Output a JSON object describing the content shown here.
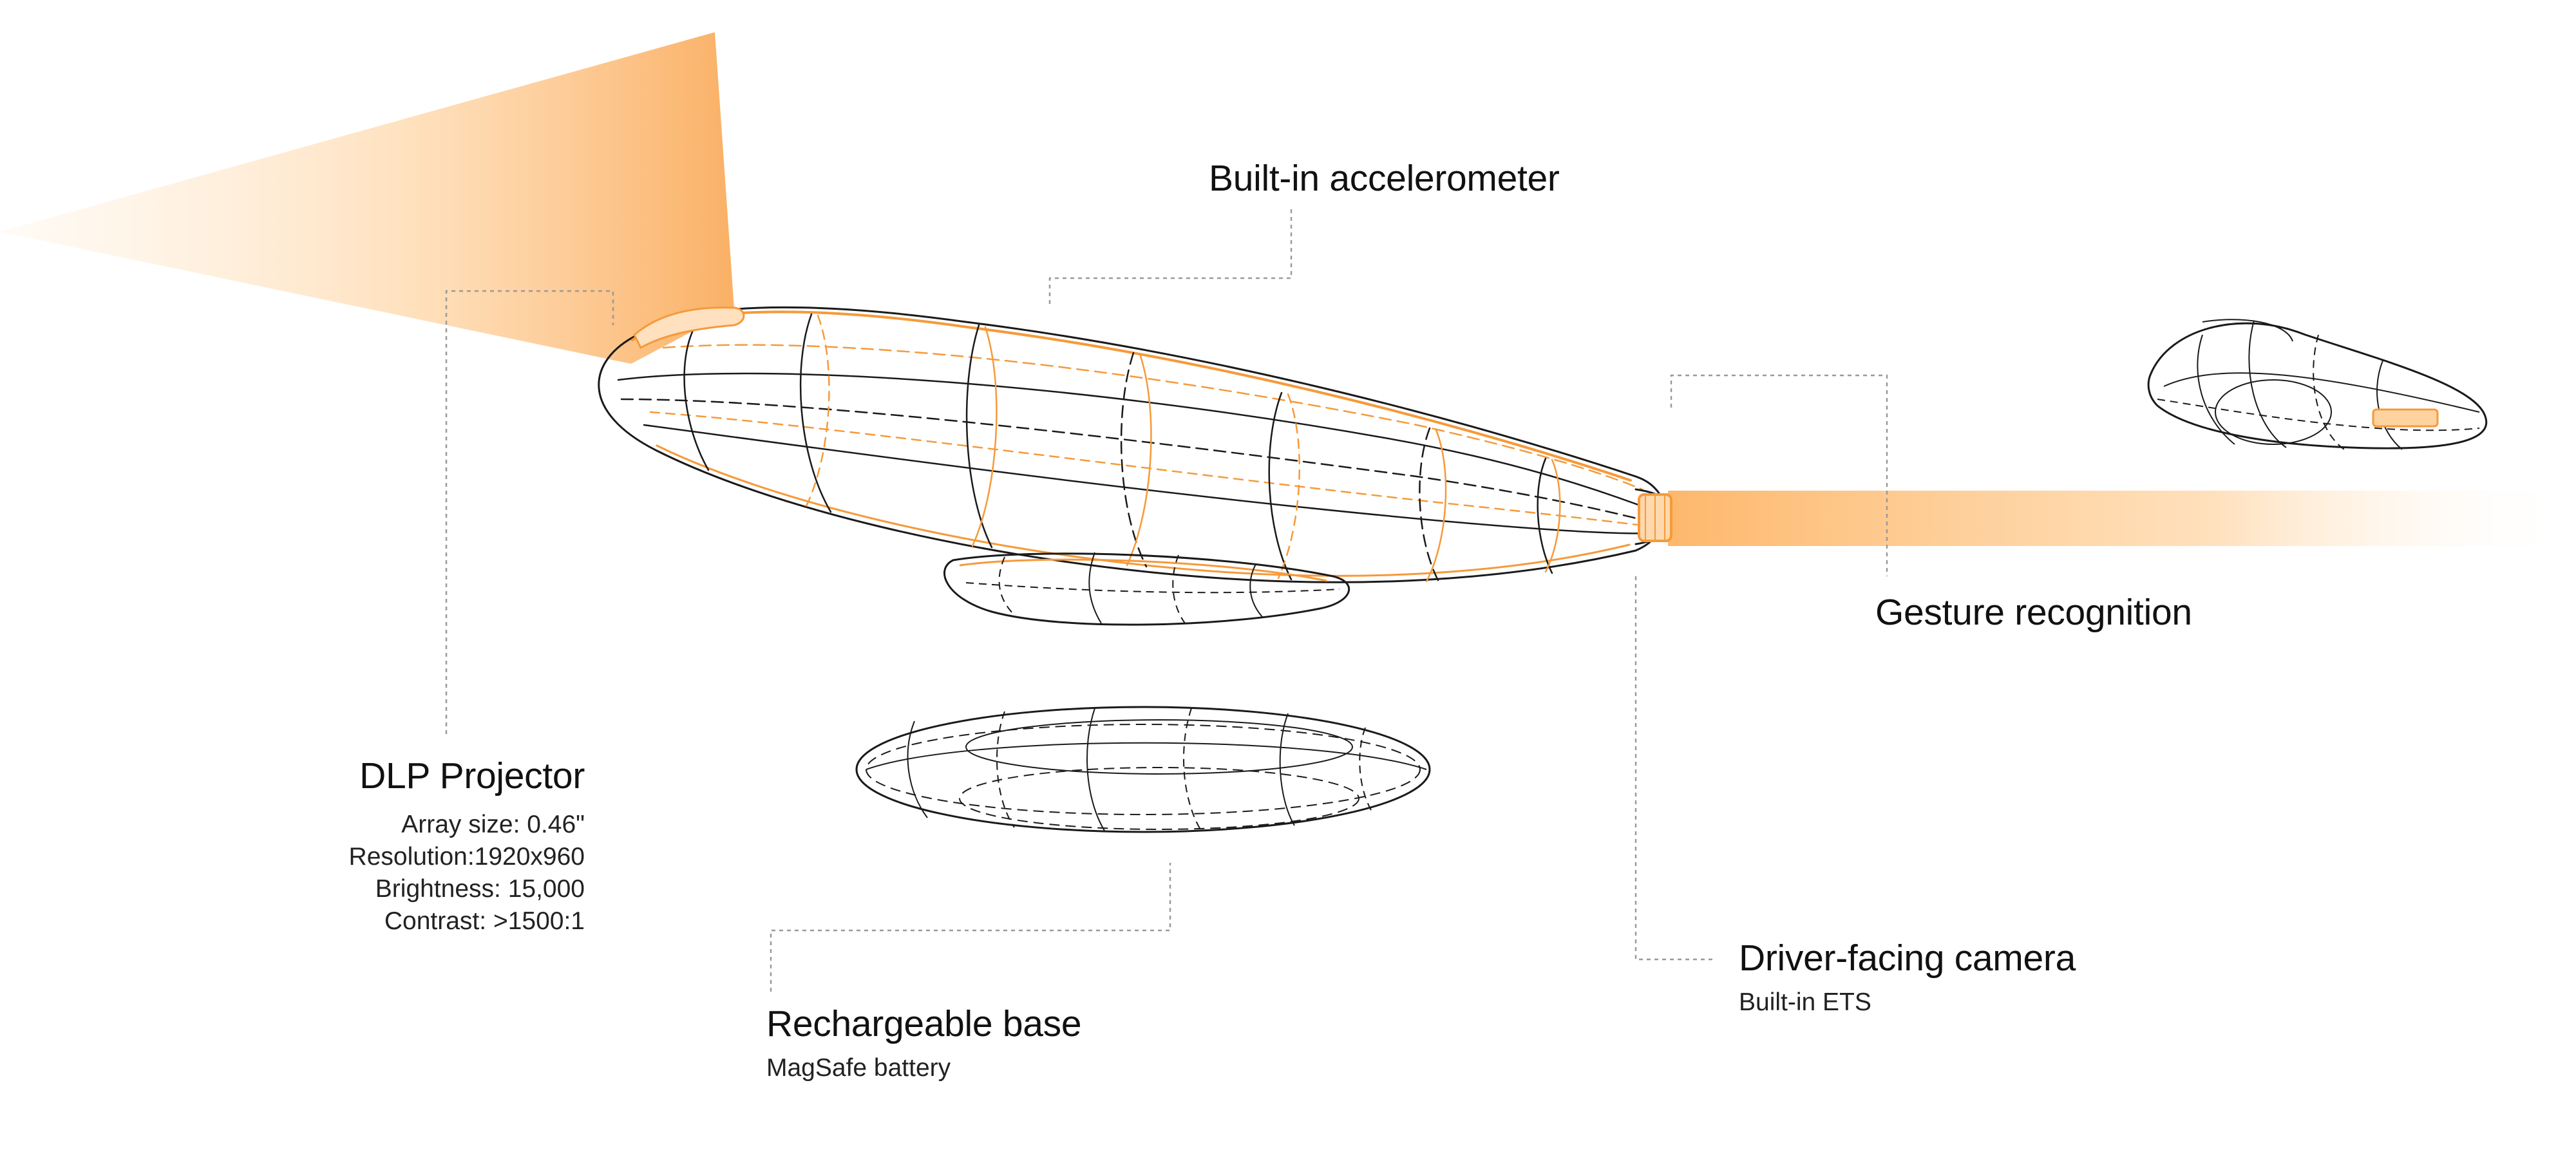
{
  "labels": {
    "accelerometer": {
      "title": "Built-in accelerometer"
    },
    "projector": {
      "title": "DLP Projector",
      "specs": [
        "Array size: 0.46\"",
        "Resolution:1920x960",
        "Brightness: 15,000",
        "Contrast: >1500:1"
      ]
    },
    "base": {
      "title": "Rechargeable base",
      "subtitle": "MagSafe battery"
    },
    "camera": {
      "title": "Driver-facing camera",
      "subtitle": "Built-in ETS"
    },
    "gesture": {
      "title": "Gesture recognition"
    }
  },
  "colors": {
    "accent": "#f59a3a",
    "beam": "#ffc98a",
    "line": "#1a1a1a",
    "leader": "#9a9a9a",
    "text": "#111111"
  }
}
